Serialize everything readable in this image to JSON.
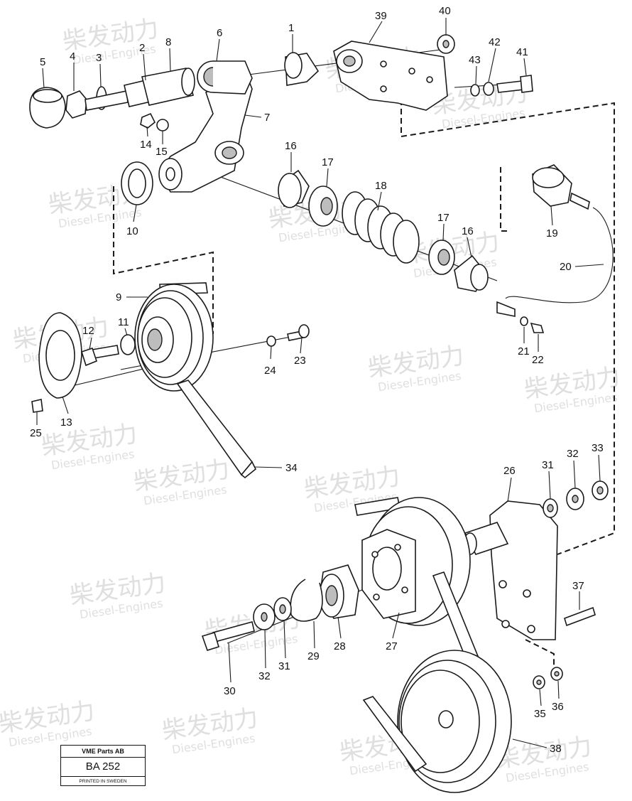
{
  "watermark": {
    "cn": "柴发动力",
    "en": "Diesel-Engines"
  },
  "stamp": {
    "company": "VME Parts AB",
    "code": "BA 252",
    "printed": "PRINTED IN SWEDEN"
  },
  "callouts": {
    "c1": "1",
    "c2": "2",
    "c3": "3",
    "c4": "4",
    "c5": "5",
    "c6": "6",
    "c7": "7",
    "c8": "8",
    "c9": "9",
    "c10": "10",
    "c11": "11",
    "c12": "12",
    "c13": "13",
    "c14": "14",
    "c15": "15",
    "c16a": "16",
    "c16b": "16",
    "c17a": "17",
    "c17b": "17",
    "c18": "18",
    "c19": "19",
    "c20": "20",
    "c21": "21",
    "c22": "22",
    "c23": "23",
    "c24": "24",
    "c25": "25",
    "c26": "26",
    "c27": "27",
    "c28": "28",
    "c29": "29",
    "c30": "30",
    "c31a": "31",
    "c31b": "31",
    "c32a": "32",
    "c32b": "32",
    "c33": "33",
    "c34": "34",
    "c35": "35",
    "c36": "36",
    "c37": "37",
    "c38": "38",
    "c39": "39",
    "c40": "40",
    "c41": "41",
    "c42": "42",
    "c43": "43"
  }
}
